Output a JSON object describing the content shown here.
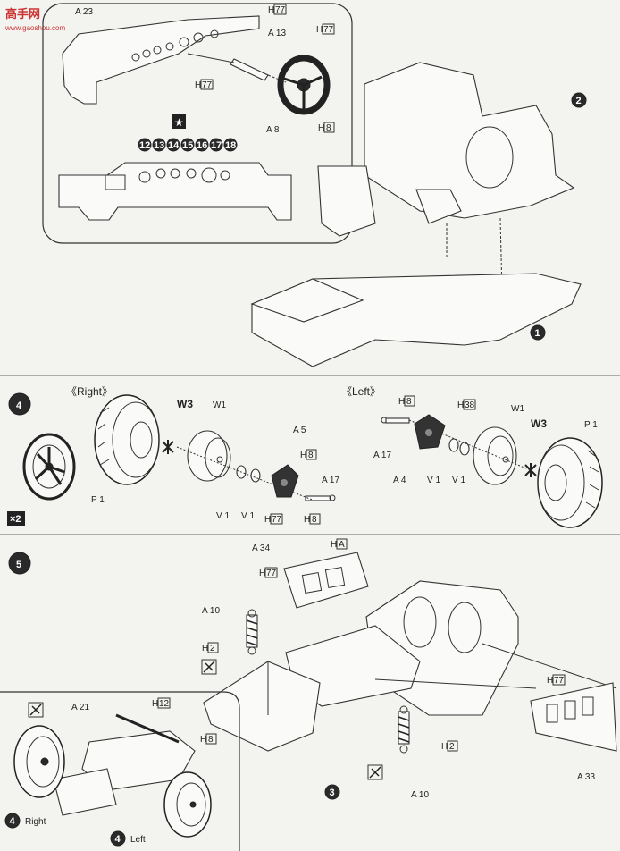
{
  "watermark": {
    "text": "高手网",
    "sub": "www.gaoshou.com"
  },
  "step_top": {
    "inset": {
      "a23": "A 23",
      "h77_a": "H",
      "h77_a_box": "77",
      "a13": "A 13",
      "h77_b": "H",
      "h77_b_box": "77",
      "h77_c": "H",
      "h77_c_box": "77",
      "a8": "A 8",
      "h8": "H",
      "h8_box": "8",
      "decals": [
        "12",
        "13",
        "14",
        "15",
        "16",
        "17",
        "18"
      ]
    },
    "badge_2": "2",
    "badge_1": "1"
  },
  "step_4": {
    "badge": "4",
    "right_header": "《Right》",
    "left_header": "《Left》",
    "x2": "×2",
    "right": {
      "w3": "W3",
      "w1": "W1",
      "p1": "P 1",
      "v1a": "V 1",
      "v1b": "V 1",
      "a5": "A 5",
      "h8": "H",
      "h8_box": "8",
      "a17": "A 17",
      "h77": "H",
      "h77_box": "77",
      "h8b": "H",
      "h8b_box": "8"
    },
    "left": {
      "h8": "H",
      "h8_box": "8",
      "h38": "H",
      "h38_box": "38",
      "a17": "A 17",
      "a4": "A 4",
      "v1a": "V 1",
      "v1b": "V 1",
      "w1": "W1",
      "w3": "W3",
      "p1": "P 1"
    }
  },
  "step_5": {
    "badge": "5",
    "a34": "A 34",
    "ha": "H",
    "ha_box": "A",
    "h77": "H",
    "h77_box": "77",
    "a10_top": "A 10",
    "h2_top": "H",
    "h2_top_box": "2",
    "h77_right": "H",
    "h77_right_box": "77",
    "a33": "A 33",
    "h2_bottom": "H",
    "h2_bottom_box": "2",
    "a10_bottom": "A 10",
    "badge_3": "3",
    "inset": {
      "a21": "A 21",
      "h12": "H",
      "h12_box": "12",
      "h8": "H",
      "h8_box": "8",
      "badge_4a": "4",
      "right": "Right",
      "badge_4b": "4",
      "left": "Left"
    }
  }
}
